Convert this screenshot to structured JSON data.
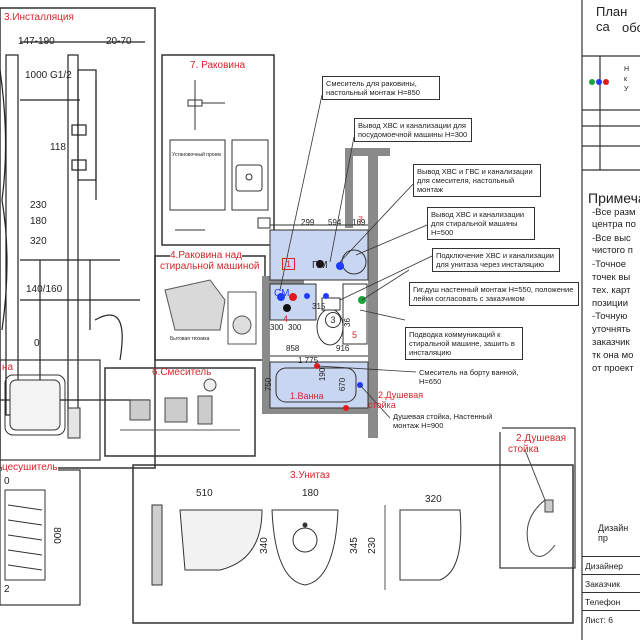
{
  "install": {
    "title": "3.Инсталляция",
    "dims": [
      "147-190",
      "20-70",
      "1000",
      "G1/2",
      "118",
      "230",
      "180",
      "320",
      "140/160",
      "0"
    ]
  },
  "sink_panel": {
    "title": "7. Раковина",
    "caption": "Установочный проем"
  },
  "sink_laundry": {
    "title_line1": "4.Раковина над",
    "title_line2": "стиральной машиной",
    "caption": "Бытовая техника"
  },
  "mixer": {
    "title": "6.Смеситель"
  },
  "toilet": {
    "title": "3.Унитаз",
    "dims": [
      "510",
      "180",
      "320",
      "340",
      "345",
      "230"
    ]
  },
  "shower_head": {
    "title_line1": "2.Душевая",
    "title_line2": "стойка"
  },
  "bath_fragment": {
    "label": "на"
  },
  "towel_fragment": {
    "label": "цесушитель",
    "dims": [
      "0",
      "800",
      "2"
    ]
  },
  "plan": {
    "labels": {
      "bath": "1.Ванна",
      "shower": "2.Душевая",
      "shower2": "стойка",
      "sm": "СМ",
      "pm": "ПМ",
      "mark1": "1",
      "mark3": "3",
      "mark4": "4",
      "mark5": "5",
      "mark7": "7"
    },
    "dims": {
      "d299": "299",
      "d594": "594",
      "d169": "169",
      "d315": "315",
      "d300a": "300",
      "d300b": "300",
      "d858": "858",
      "d916": "916",
      "d1775": "1 775",
      "d750": "750",
      "d670": "670",
      "d190": "190",
      "d36": "36"
    }
  },
  "callouts": {
    "c1": "Смеситель для раковины, настольный монтаж H=850",
    "c2": "Вывод ХВС и канализации для посудомоечной машины H=300",
    "c3": "Вывод ХВС и ГВС и канализации для смесителя, настольный монтаж",
    "c4": "Вывод ХВС и канализации для стиральной машины H=500",
    "c5": "Подключение ХВС и канализации для унитаза через инсталяцию",
    "c6": "Гиг.душ настенный монтаж H=550, положение лейки согласовать с заказчиком",
    "c7": "Подводка коммуникаций к стиральной машине, зашить в инсталяцию",
    "c8": "Смеситель на борту ванной, H=650",
    "c9": "Душевая стойка, Настенный монтаж H=900"
  },
  "right_panel": {
    "title_line1": "План са",
    "title_line2": "обо",
    "legend": [
      "Н",
      "к",
      "У"
    ],
    "notes_title": "Примеча",
    "notes": [
      "-Все разм",
      "центра по",
      "-Все выс",
      "чистого п",
      "-Точное",
      "точек вы",
      "тех. карт",
      "позиции",
      "-Точную",
      "уточнять",
      "заказчик",
      "тк она мо",
      "от проект"
    ],
    "design": "Дизайн пр",
    "title_block": [
      "Дизайнер",
      "Заказчик",
      "Телефон",
      "Лист: 6"
    ]
  },
  "colors": {
    "accent_red": "#d4262a",
    "plan_blue": "#c9d6f2",
    "wall_gray": "#8a8a8a",
    "pipe_blue": "#1e3cff",
    "pipe_red": "#e01b1b",
    "pipe_green": "#19a43c"
  }
}
